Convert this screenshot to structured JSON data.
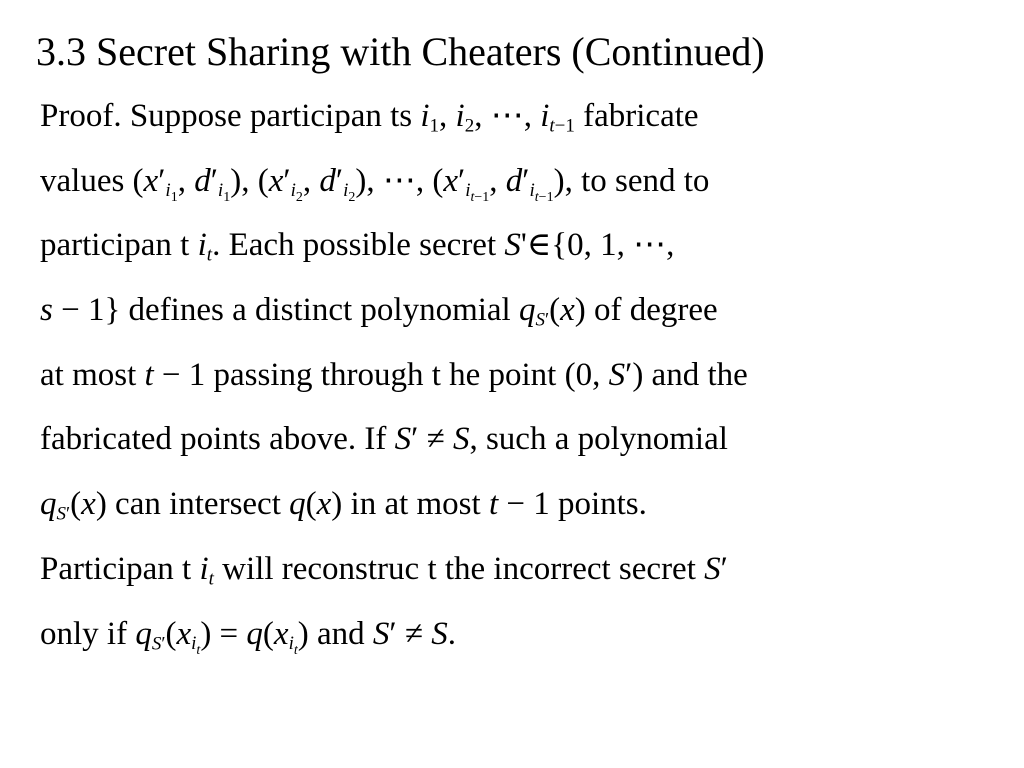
{
  "slide": {
    "title": "3.3 Secret Sharing with Cheaters (Continued)",
    "proof_lines": [
      "Proof. Suppose participan ts <i>i</i><sub>1</sub>, <i>i</i><sub>2</sub>, ⋯, <i>i</i><sub><i>t</i>−1</sub> fabricate",
      "values (<i>x</i>′<sub><i>i</i><sub>1</sub></sub>, <i>d</i>′<sub><i>i</i><sub>1</sub></sub>), (<i>x</i>′<sub><i>i</i><sub>2</sub></sub>, <i>d</i>′<sub><i>i</i><sub>2</sub></sub>), ⋯, (<i>x</i>′<sub><i>i</i><sub><i>t</i>−1</sub></sub>, <i>d</i>′<sub><i>i</i><sub><i>t</i>−1</sub></sub>), to send to",
      "participan t <i>i</i><sub><i>t</i></sub>. Each possible secret <i>S</i>'∈{0, 1, ⋯,",
      "<i>s</i> − 1} defines a distinct polynomial <i>q</i><sub><i>S</i>′</sub>(<i>x</i>) of degree",
      "at most <i>t</i> − 1 passing through t he point (0, <i>S</i>′) and the",
      "fabricated points above. If <i>S</i>′ ≠ <i>S</i>, such a polynomial",
      "<i>q</i><sub><i>S</i>′</sub>(<i>x</i>) can intersect <i>q</i>(<i>x</i>) in at most <i>t</i> − 1 points.",
      "Participan t <i>i</i><sub><i>t</i></sub> will reconstruc t the incorrect secret <i>S</i>′",
      "only if <i>q</i><sub><i>S</i>′</sub>(<i>x</i><sub><i>i</i><sub><i>t</i></sub></sub>) = <i>q</i>(<i>x</i><sub><i>i</i><sub><i>t</i></sub></sub>) and <i>S</i>′ ≠ <i>S</i>."
    ]
  }
}
